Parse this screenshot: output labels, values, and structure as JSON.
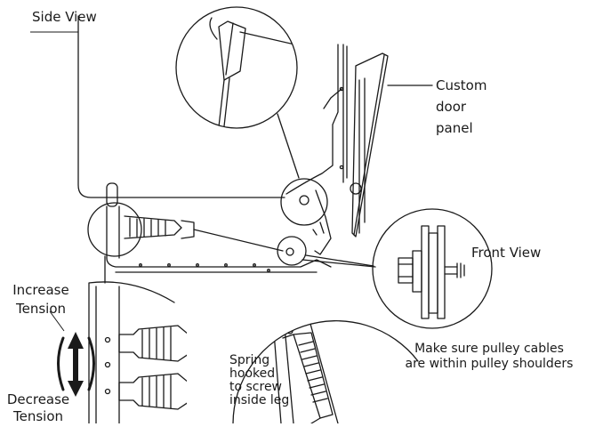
{
  "labels": {
    "side_view": "Side View",
    "custom_door_panel": [
      "Custom",
      "door",
      "panel"
    ],
    "front_view": "Front View",
    "increase_tension": [
      "Increase",
      "Tension"
    ],
    "decrease_tension": [
      "Decrease",
      "Tension"
    ],
    "spring_hooked": [
      "Spring",
      "hooked",
      "to screw",
      "inside leg"
    ],
    "pulley_note": [
      "Make sure pulley cables",
      "are within pulley shoulders"
    ]
  },
  "colors": {
    "line": "#1a1a1a",
    "background": "#ffffff"
  }
}
